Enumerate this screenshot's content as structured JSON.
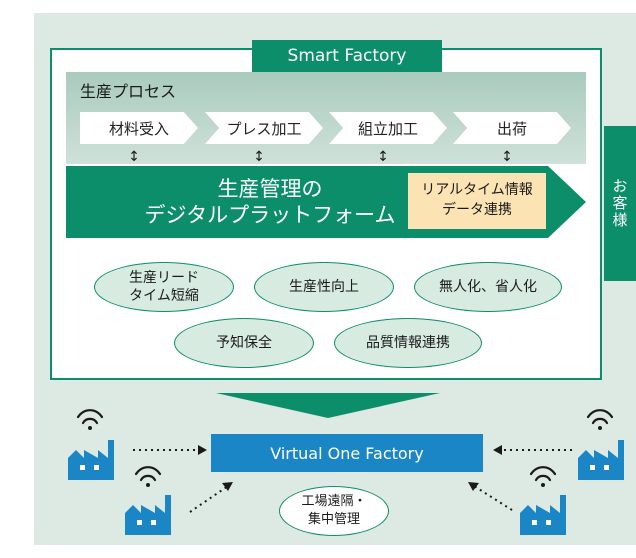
{
  "smart_factory": {
    "title": "Smart Factory",
    "process_title": "生産プロセス",
    "steps": [
      "材料受入",
      "プレス加工",
      "組立加工",
      "出荷"
    ],
    "platform_line1": "生産管理の",
    "platform_line2": "デジタルプラットフォーム",
    "realtime_line1": "リアルタイム情報",
    "realtime_line2": "データ連携",
    "benefits": {
      "lead_time_line1": "生産リード",
      "lead_time_line2": "タイム短縮",
      "productivity": "生産性向上",
      "unmanned": "無人化、省人化",
      "predictive": "予知保全",
      "quality": "品質情報連携"
    }
  },
  "customer": "お客様",
  "virtual_factory": "Virtual One Factory",
  "remote": {
    "line1": "工場遠隔・",
    "line2": "集中管理"
  },
  "colors": {
    "green": "#0d8e6a",
    "blue": "#1b86c6",
    "light_green_bg": "#dde9e3",
    "highlight": "#fbe3b3"
  }
}
